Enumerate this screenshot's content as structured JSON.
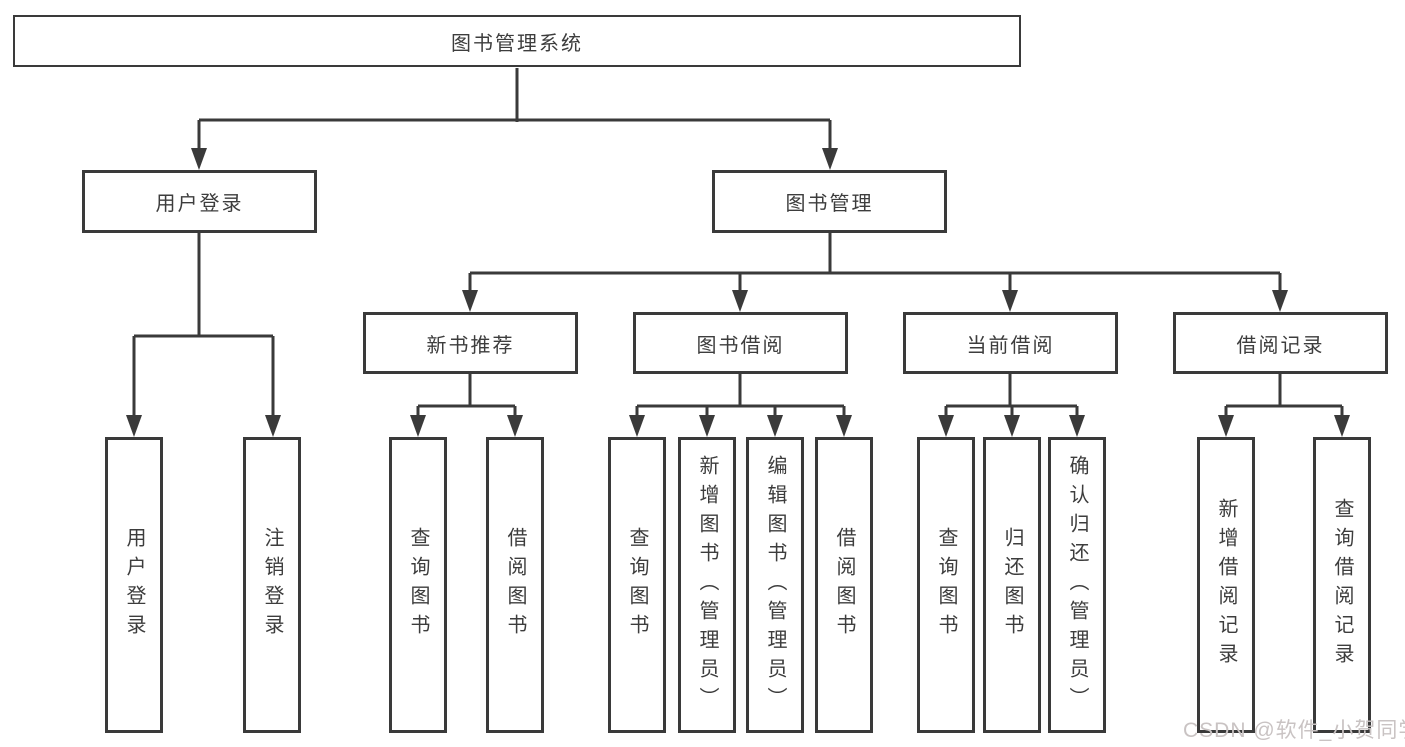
{
  "diagram": {
    "type": "tree",
    "title": "图书管理系统",
    "colors": {
      "line": "#3a3a3a",
      "text": "#3d3d3d",
      "box_background": "#ffffff",
      "watermark_text_color": "#c9c3c3"
    },
    "tree": {
      "label": "图书管理系统",
      "children": [
        {
          "label": "用户登录",
          "children": [
            {
              "label": "用户登录"
            },
            {
              "label": "注销登录"
            }
          ]
        },
        {
          "label": "图书管理",
          "children": [
            {
              "label": "新书推荐",
              "children": [
                {
                  "label": "查询图书"
                },
                {
                  "label": "借阅图书"
                }
              ]
            },
            {
              "label": "图书借阅",
              "children": [
                {
                  "label": "查询图书"
                },
                {
                  "label": "新增图书（管理员）"
                },
                {
                  "label": "编辑图书（管理员）"
                },
                {
                  "label": "借阅图书"
                }
              ]
            },
            {
              "label": "当前借阅",
              "children": [
                {
                  "label": "查询图书"
                },
                {
                  "label": "归还图书"
                },
                {
                  "label": "确认归还（管理员）"
                }
              ]
            },
            {
              "label": "借阅记录",
              "children": [
                {
                  "label": "新增借阅记录"
                },
                {
                  "label": "查询借阅记录"
                }
              ]
            }
          ]
        }
      ]
    },
    "watermark": "CSDN @软件_小贺同学"
  }
}
